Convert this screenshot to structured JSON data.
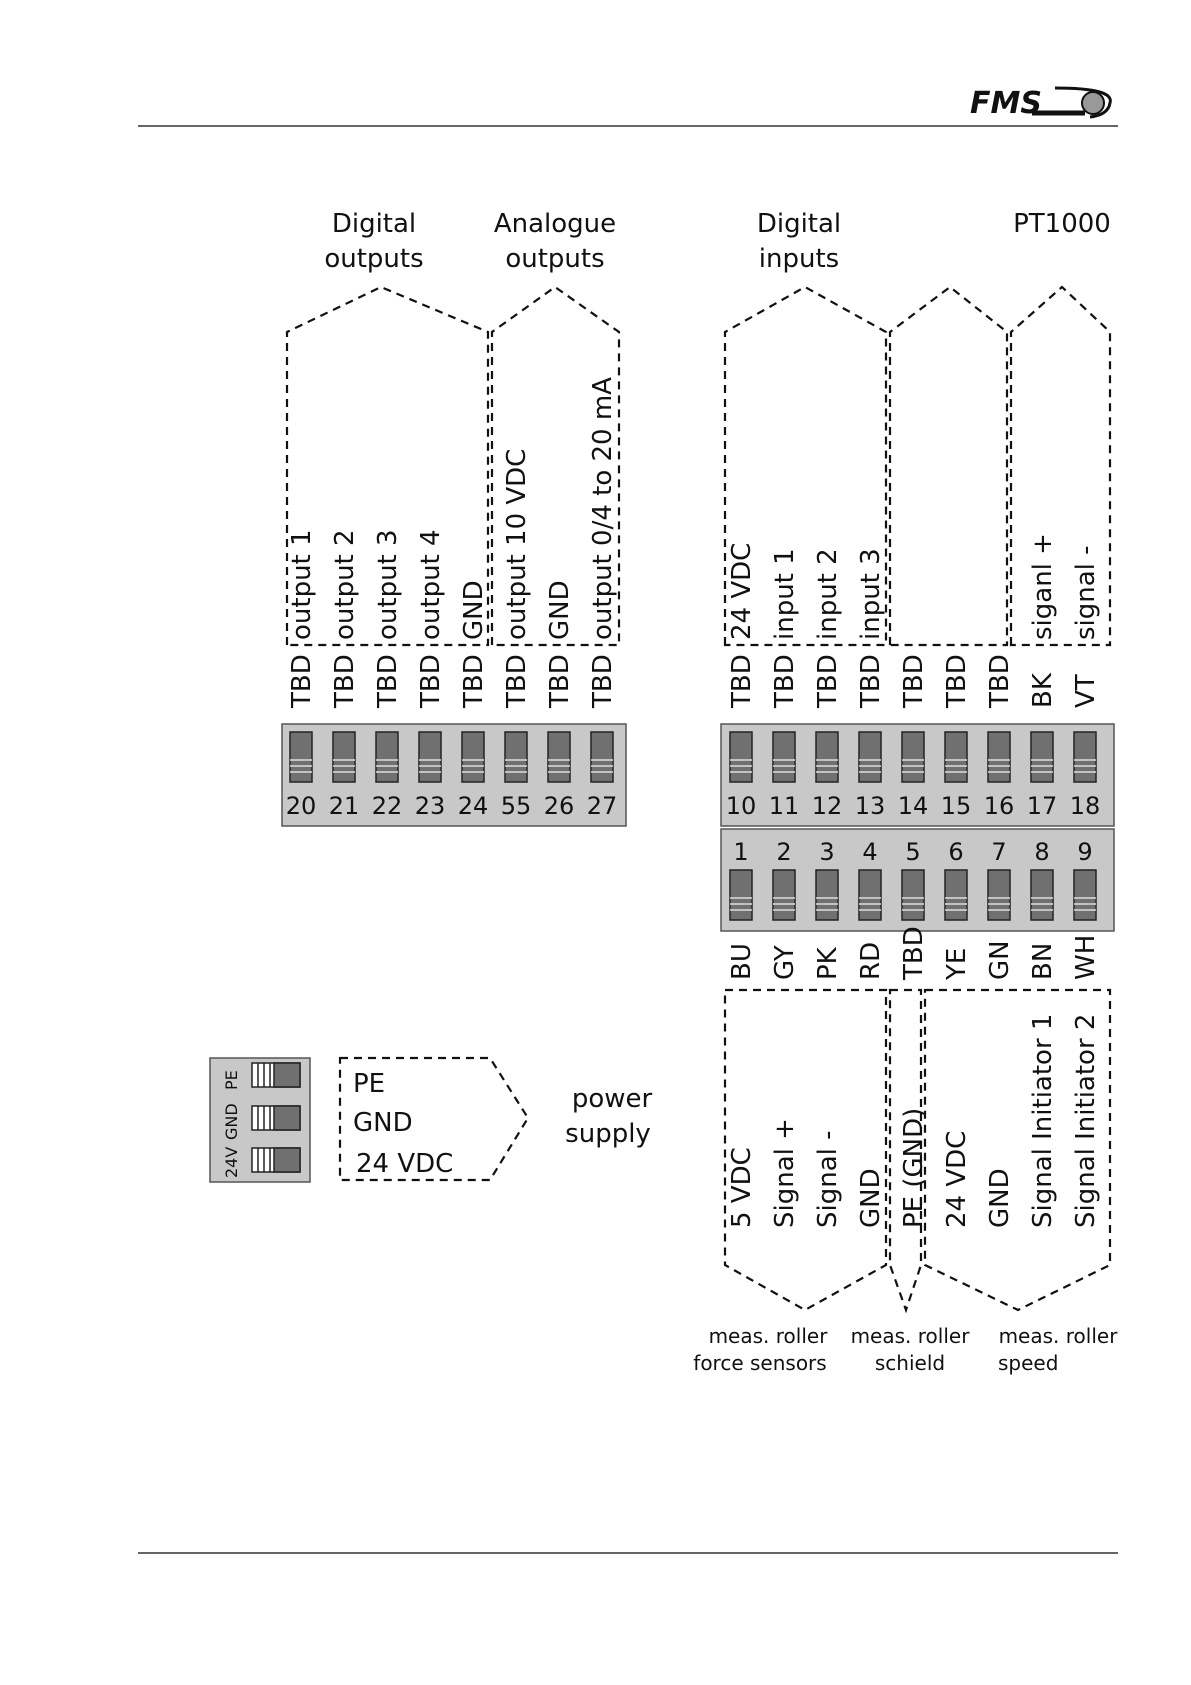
{
  "header": {
    "logo_text": "FMS"
  },
  "group_titles": {
    "digital_outputs": [
      "Digital",
      "outputs"
    ],
    "analogue_outputs": [
      "Analogue",
      "outputs"
    ],
    "digital_inputs": [
      "Digital",
      "inputs"
    ],
    "pt1000": [
      "PT1000"
    ]
  },
  "top_block": {
    "terminals": [
      "20",
      "21",
      "22",
      "23",
      "24",
      "55",
      "26",
      "27"
    ],
    "codes": [
      "TBD",
      "TBD",
      "TBD",
      "TBD",
      "TBD",
      "TBD",
      "TBD",
      "TBD"
    ],
    "functions": [
      "output 1",
      "output 2",
      "output 3",
      "output 4",
      "GND",
      "output 10 VDC",
      "GND",
      "output 0/4 to 20 mA"
    ]
  },
  "right_top_block": {
    "terminals": [
      "10",
      "11",
      "12",
      "13",
      "14",
      "15",
      "16",
      "17",
      "18"
    ],
    "codes": [
      "TBD",
      "TBD",
      "TBD",
      "TBD",
      "TBD",
      "TBD",
      "TBD",
      "BK",
      "VT"
    ],
    "functions": [
      "24 VDC",
      "input 1",
      "input 2",
      "input 3",
      "",
      "",
      "",
      "siganl +",
      "signal -"
    ]
  },
  "right_bottom_block": {
    "terminals": [
      "1",
      "2",
      "3",
      "4",
      "5",
      "6",
      "7",
      "8",
      "9"
    ],
    "codes": [
      "BU",
      "GY",
      "PK",
      "RD",
      "TBD",
      "YE",
      "GN",
      "BN",
      "WH"
    ],
    "functions": [
      "5 VDC",
      "Signal +",
      "Signal -",
      "GND",
      "PE (GND)",
      "24 VDC",
      "GND",
      "Signal Initiator 1",
      "Signal Initiator 2"
    ]
  },
  "power": {
    "connector_labels": [
      "PE",
      "GND",
      "24V"
    ],
    "lines": [
      "PE",
      "GND",
      "24 VDC"
    ],
    "title": [
      "power",
      "supply"
    ]
  },
  "bottom_groups": {
    "force_sensors": [
      "meas. roller",
      "force sensors"
    ],
    "shield": [
      "meas. roller",
      "schield"
    ],
    "speed": [
      "meas. roller",
      "speed"
    ]
  }
}
